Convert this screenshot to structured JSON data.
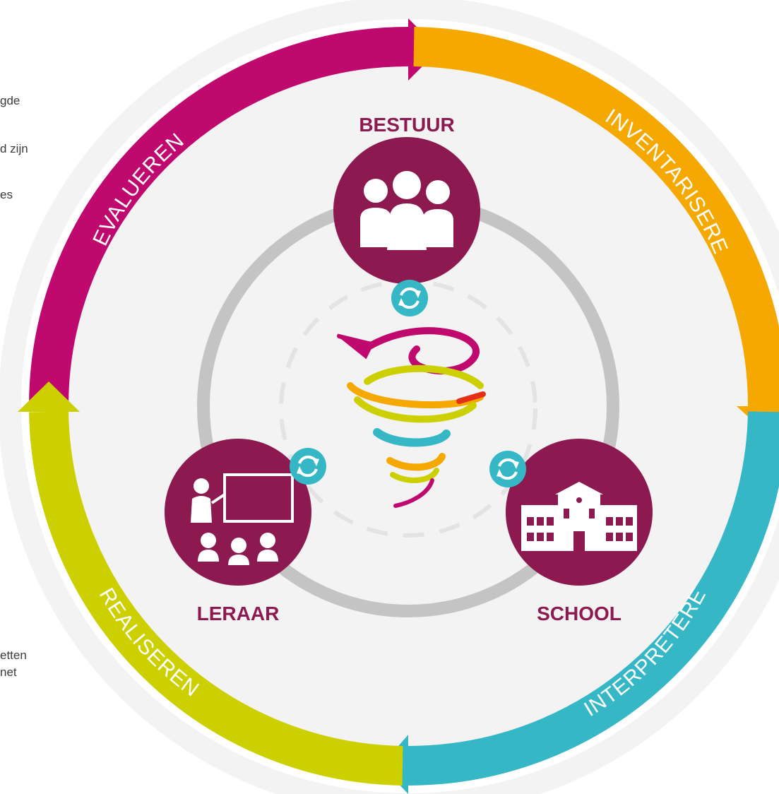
{
  "side_text": {
    "line1": "gde",
    "line2": "d zijn",
    "line3": "es",
    "line4": "etten",
    "line5": "net"
  },
  "cycle": {
    "evalueren": "EVALUEREN",
    "inventariseren": "INVENTARISEREN",
    "interpreteren": "INTERPRETEREN",
    "realiseren": "REALISEREN"
  },
  "nodes": {
    "bestuur": "BESTUUR",
    "leraar": "LERAAR",
    "school": "SCHOOL"
  },
  "colors": {
    "magenta": "#c0096f",
    "orange": "#f5a800",
    "teal": "#35b7c6",
    "lime": "#cdd000",
    "plum": "#8c1a50",
    "gray_ring": "#c4c4c4",
    "background": "#f3f3f3"
  },
  "icons": [
    "people-group-icon",
    "teacher-classroom-icon",
    "school-building-icon",
    "refresh-icon",
    "tornado-icon"
  ]
}
